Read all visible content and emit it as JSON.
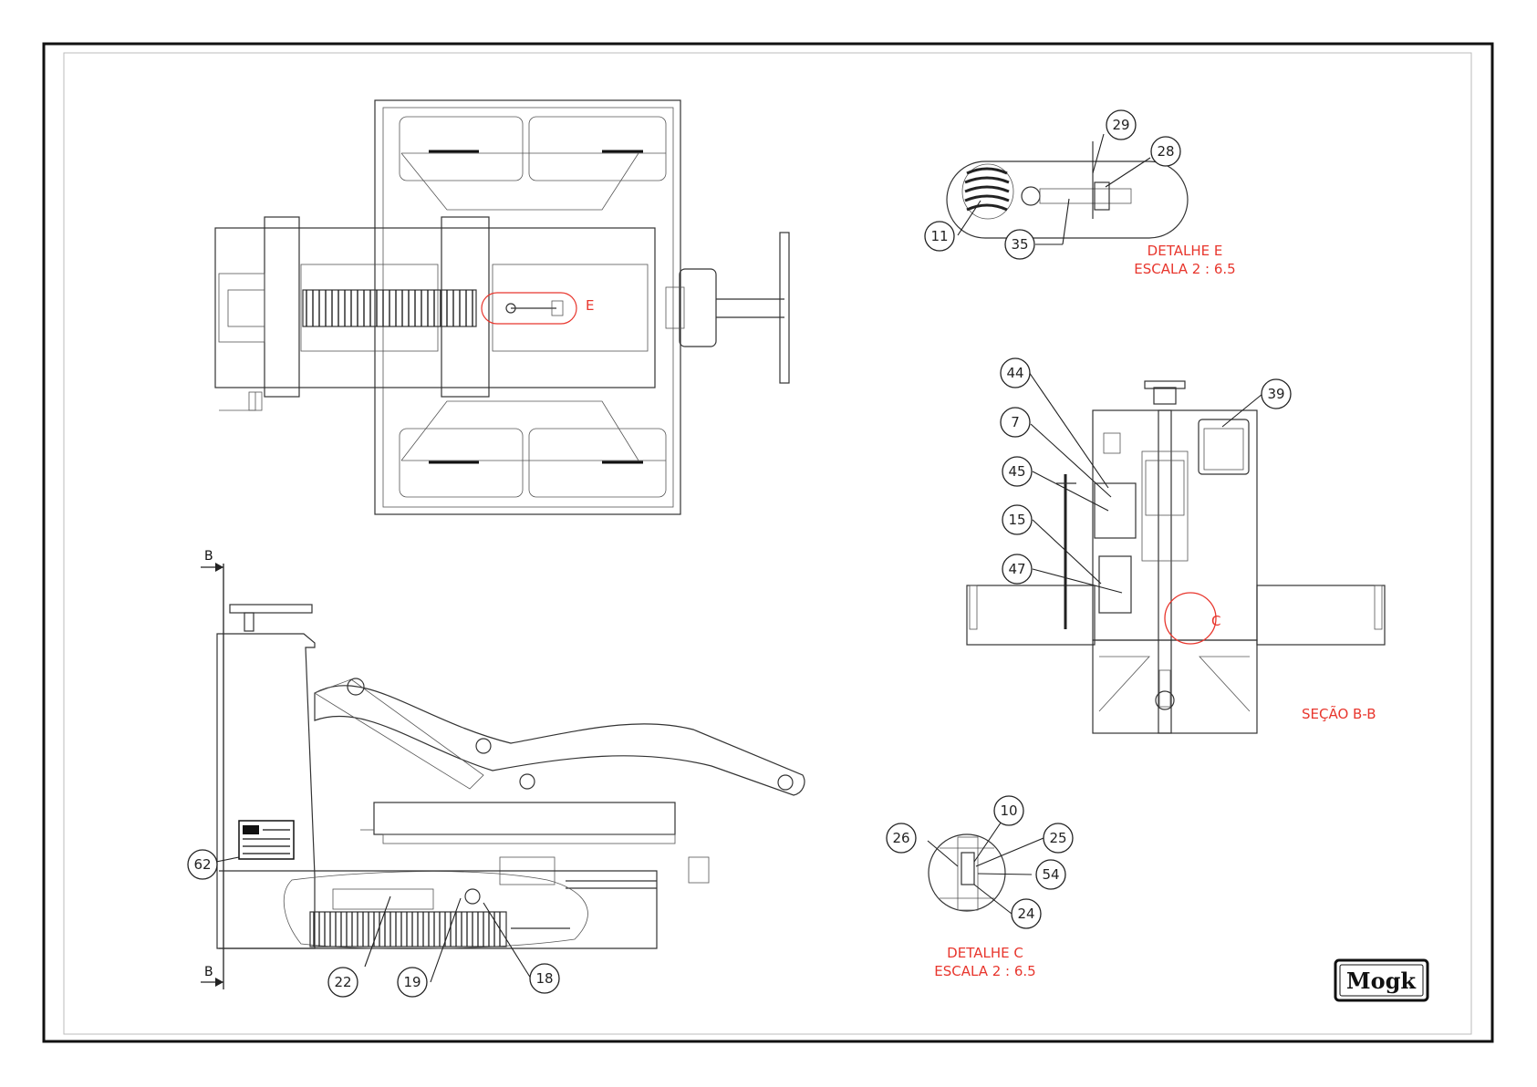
{
  "balloons": {
    "b29": "29",
    "b28": "28",
    "b11": "11",
    "b35": "35",
    "b44": "44",
    "b7": "7",
    "b45": "45",
    "b15": "15",
    "b47": "47",
    "b39": "39",
    "b62": "62",
    "b22": "22",
    "b19": "19",
    "b18": "18",
    "b26": "26",
    "b10": "10",
    "b25": "25",
    "b54": "54",
    "b24": "24"
  },
  "detail_e": {
    "marker": "E",
    "title": "DETALHE E",
    "scale": "ESCALA 2 : 6.5"
  },
  "detail_c": {
    "marker": "C",
    "title": "DETALHE C",
    "scale": "ESCALA 2 : 6.5"
  },
  "section": {
    "title": "SEÇÃO B-B",
    "mark_top": "B",
    "mark_bottom": "B"
  },
  "logo": {
    "text": "Mogk"
  },
  "colors": {
    "annotation": "#e8362d",
    "line": "#333333",
    "frame": "#111111"
  }
}
